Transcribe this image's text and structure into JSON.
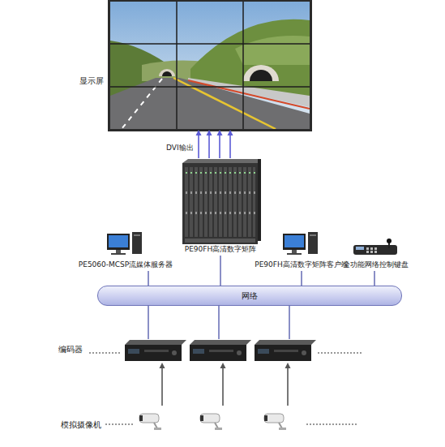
{
  "diagram": {
    "nodes": [
      {
        "text": [
          "显示屏"
        ]
      },
      {
        "text": [
          "PE90FH高清数字矩阵"
        ]
      },
      {
        "text": [
          "PE5060-MCSP流媒体服务器"
        ]
      },
      {
        "text": [
          "PE90FH高清数字矩阵客户端"
        ]
      },
      {
        "text": [
          "全功能网络控制键盘"
        ]
      },
      {
        "text": [
          "网络"
        ]
      },
      {
        "text": [
          "编码器"
        ]
      },
      {
        "text": []
      },
      {
        "text": []
      },
      {
        "text": [
          "模拟摄像机"
        ]
      },
      {
        "text": []
      },
      {
        "text": []
      }
    ],
    "edges": [
      {
        "from": 1,
        "to": 0,
        "arrow": "to"
      },
      {
        "from": 1,
        "to": 0,
        "arrow": "to"
      },
      {
        "from": 1,
        "to": 0,
        "arrow": "to"
      },
      {
        "from": 1,
        "to": 0,
        "arrow": "to"
      },
      {
        "from": 2,
        "to": 5,
        "arrow": "none"
      },
      {
        "from": 1,
        "to": 5,
        "arrow": "none"
      },
      {
        "from": 3,
        "to": 5,
        "arrow": "none"
      },
      {
        "from": 4,
        "to": 5,
        "arrow": "none"
      },
      {
        "from": 5,
        "to": 6,
        "arrow": "none"
      },
      {
        "from": 5,
        "to": 7,
        "arrow": "none"
      },
      {
        "from": 5,
        "to": 8,
        "arrow": "none"
      },
      {
        "from": 9,
        "to": 6,
        "arrow": "to"
      },
      {
        "from": 10,
        "to": 7,
        "arrow": "to"
      },
      {
        "from": 11,
        "to": 8,
        "arrow": "to"
      }
    ],
    "labels": [
      "DVI输出"
    ]
  }
}
